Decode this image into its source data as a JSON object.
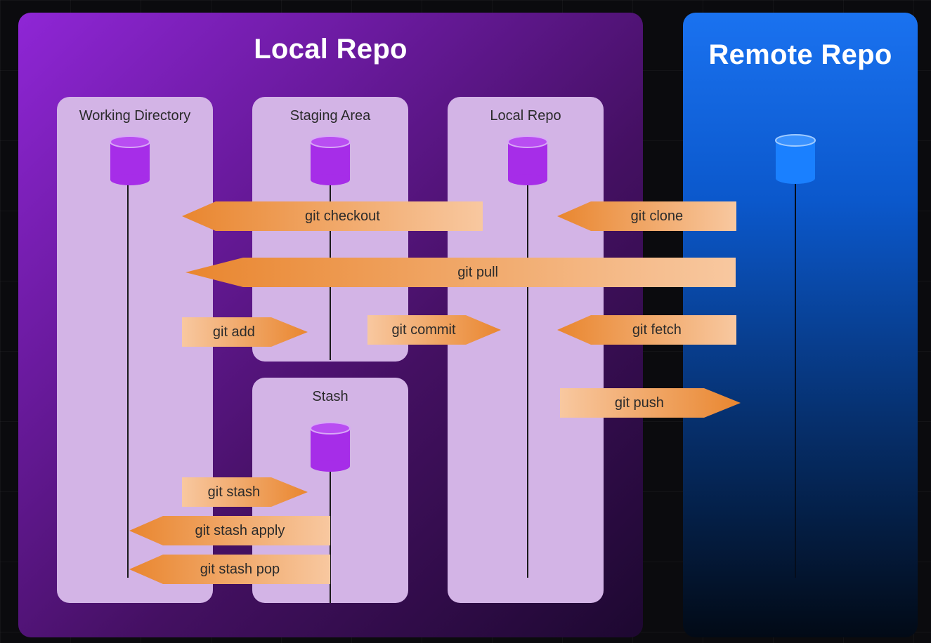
{
  "local_panel": {
    "title": "Local Repo"
  },
  "remote_panel": {
    "title": "Remote Repo"
  },
  "columns": {
    "working_directory": "Working Directory",
    "staging_area": "Staging Area",
    "local_repo": "Local Repo",
    "stash": "Stash"
  },
  "commands": {
    "checkout": "git checkout",
    "clone": "git clone",
    "pull": "git pull",
    "add": "git add",
    "commit": "git commit",
    "fetch": "git fetch",
    "push": "git push",
    "stash": "git stash",
    "stash_apply": "git stash apply",
    "stash_pop": "git stash pop"
  },
  "colors": {
    "local_panel": "#8f26d6",
    "remote_panel": "#1a72f0",
    "column_fill": "#d3b4e6",
    "cylinder_local": "#a62de8",
    "cylinder_remote": "#1a80ff",
    "arrow_dark": "#e9862f",
    "arrow_light": "#f8c8a0"
  },
  "icons": {
    "storage": "database-icon"
  }
}
